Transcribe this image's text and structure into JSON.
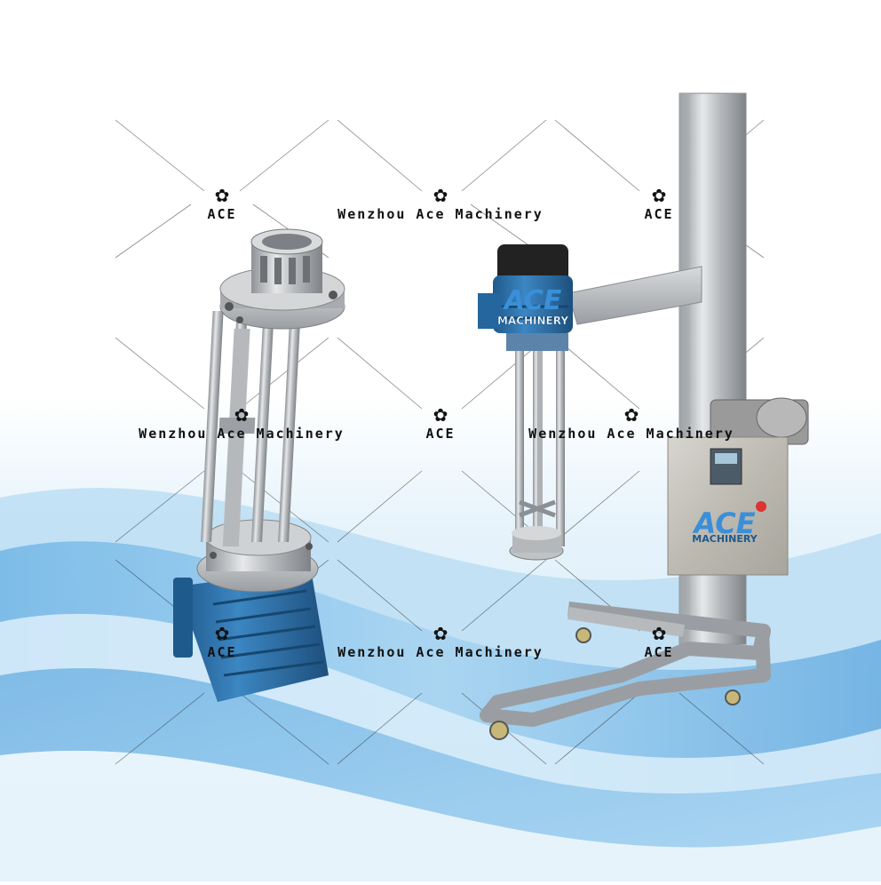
{
  "image": {
    "subject": "stainless steel high shear homogenizer mixer head and lifting stand mixer",
    "background": "white with light blue wave pattern"
  },
  "colors": {
    "wave_light": "#d8ecf8",
    "wave_mid": "#6fb6e6",
    "wave_deep": "#2f8fd6",
    "steel": "#c9ccce",
    "steel_dark": "#8e9296",
    "motor_blue": "#2b6fa8",
    "logo_blue": "#3a8fd8"
  },
  "watermarks": {
    "row1": [
      "ACE",
      "Wenzhou Ace Machinery",
      "ACE"
    ],
    "row2": [
      "Wenzhou Ace Machinery",
      "ACE",
      "Wenzhou Ace Machinery"
    ],
    "row3": [
      "ACE",
      "Wenzhou Ace Machinery",
      "ACE"
    ]
  },
  "logos": {
    "motor_label": "ACE",
    "motor_sub": "MACHINERY",
    "cabinet_label": "ACE",
    "cabinet_sub": "MACHINERY"
  }
}
